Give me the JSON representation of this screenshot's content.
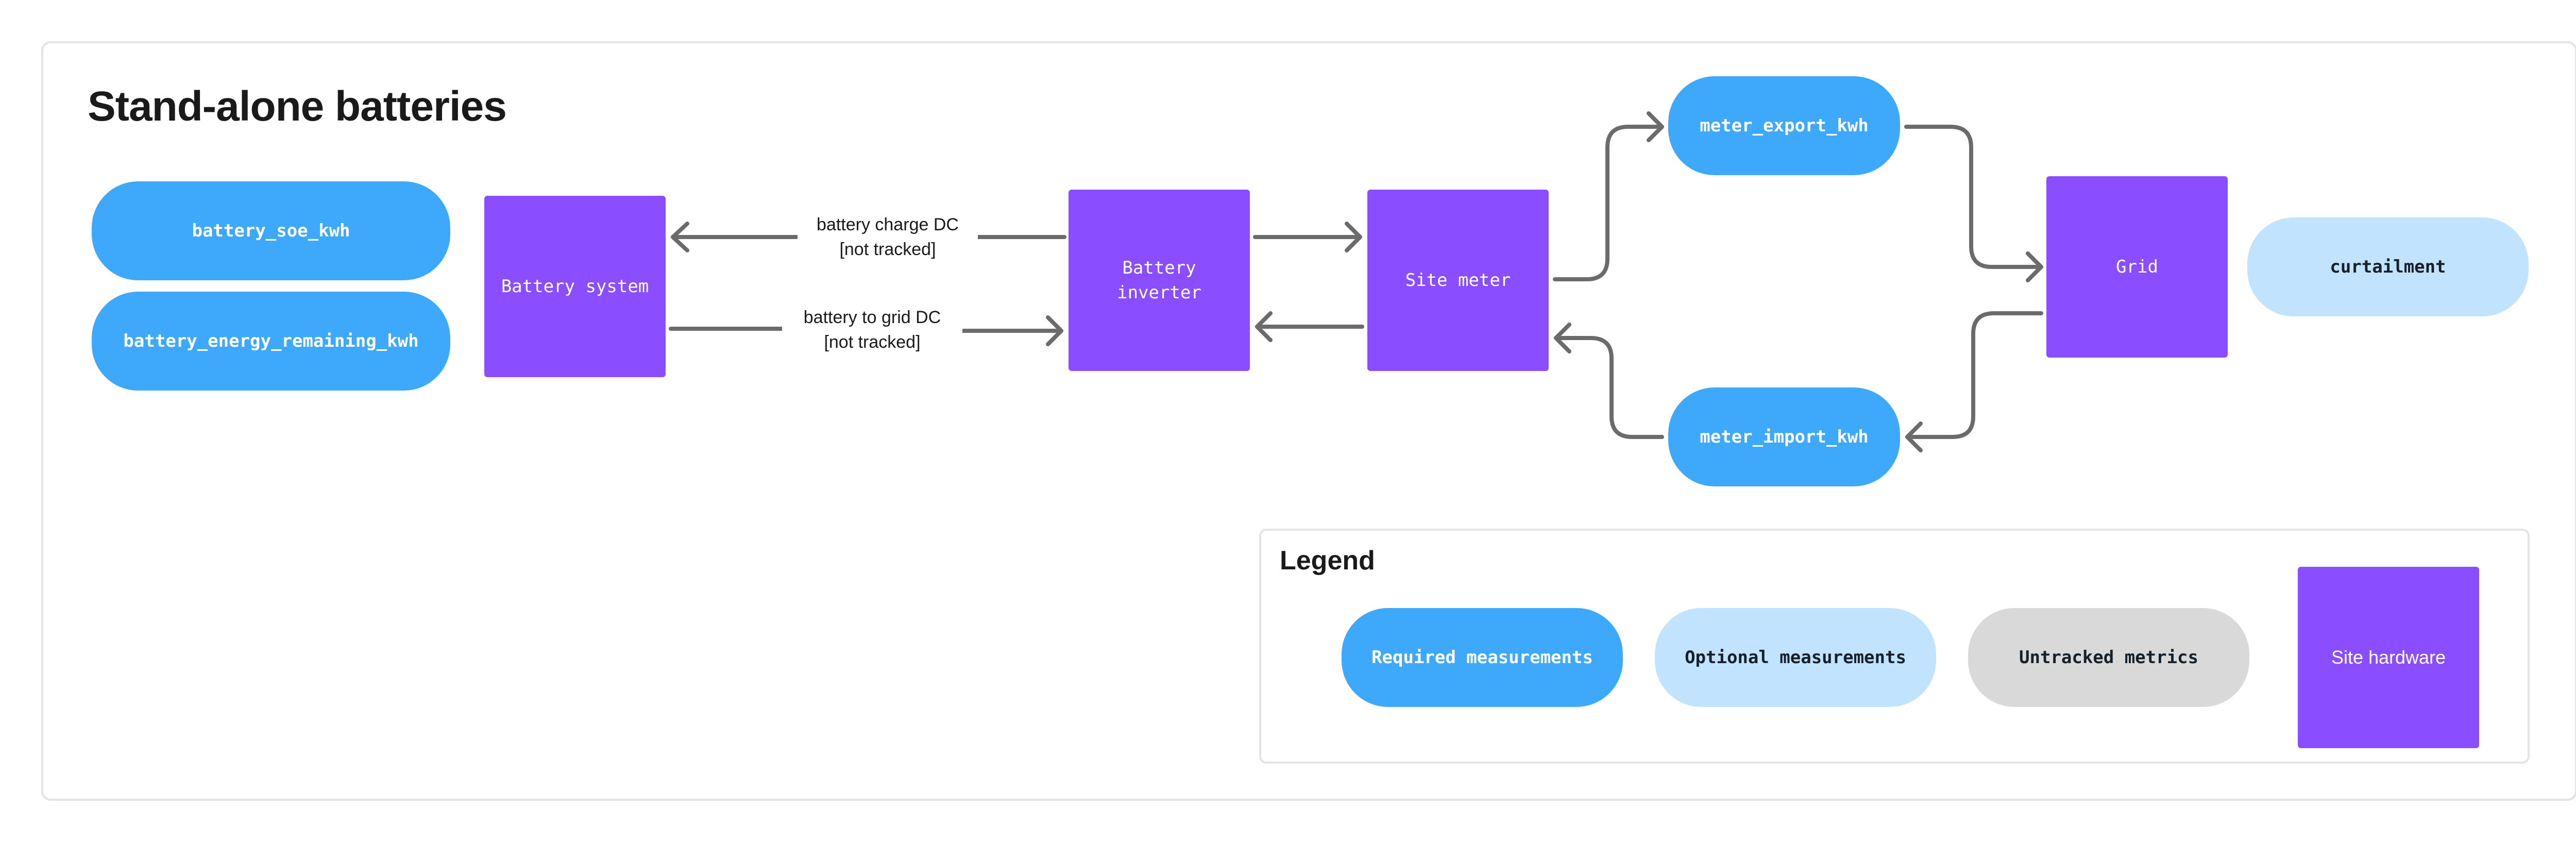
{
  "title": "Stand-alone batteries",
  "colors": {
    "required": "#3ea9fb",
    "optional": "#c2e3fd",
    "untracked": "#d9d9d9",
    "hardware": "#8a4dff",
    "edge": "#6b6b6b"
  },
  "measurements": {
    "battery_soe": "battery_soe_kwh",
    "battery_energy_remaining": "battery_energy_remaining_kwh",
    "meter_export": "meter_export_kwh",
    "meter_import": "meter_import_kwh",
    "curtailment": "curtailment"
  },
  "hardware": {
    "battery_system": "Battery system",
    "battery_inverter": "Battery\ninverter",
    "site_meter": "Site meter",
    "grid": "Grid"
  },
  "edge_labels": {
    "battery_charge": "battery charge DC\n[not tracked]",
    "battery_to_grid": "battery to grid DC\n[not tracked]"
  },
  "legend": {
    "title": "Legend",
    "required": "Required measurements",
    "optional": "Optional measurements",
    "untracked": "Untracked metrics",
    "hardware": "Site hardware"
  }
}
